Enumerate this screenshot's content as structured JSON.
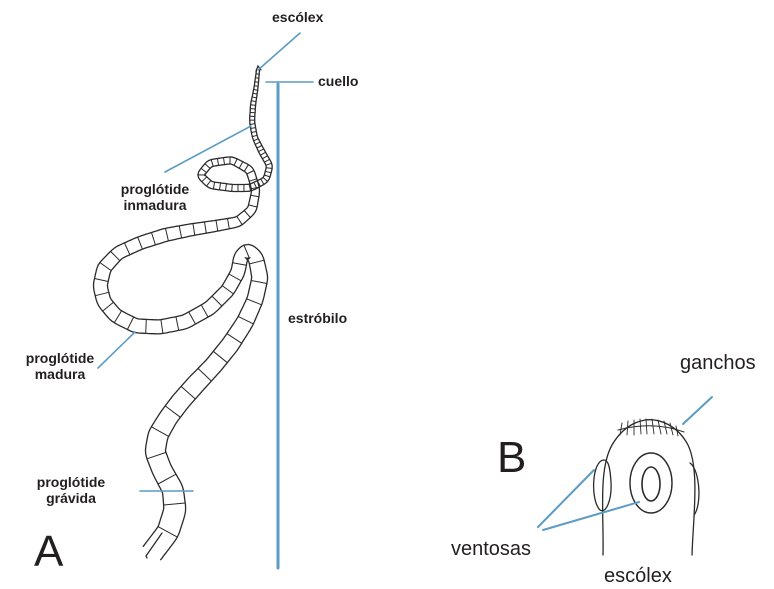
{
  "panels": {
    "a": {
      "letter": "A",
      "labels": {
        "escolex": "escólex",
        "cuello": "cuello",
        "inmadura_1": "proglótide",
        "inmadura_2": "inmadura",
        "estrobilo": "estróbilo",
        "madura_1": "proglótide",
        "madura_2": "madura",
        "gravida_1": "proglótide",
        "gravida_2": "grávida"
      }
    },
    "b": {
      "letter": "B",
      "labels": {
        "ganchos": "ganchos",
        "ventosas": "ventosas",
        "escolex": "escólex"
      }
    }
  },
  "colors": {
    "leader_line": "#5b9bc4",
    "outline": "#2a2a2a",
    "text": "#231f20"
  }
}
